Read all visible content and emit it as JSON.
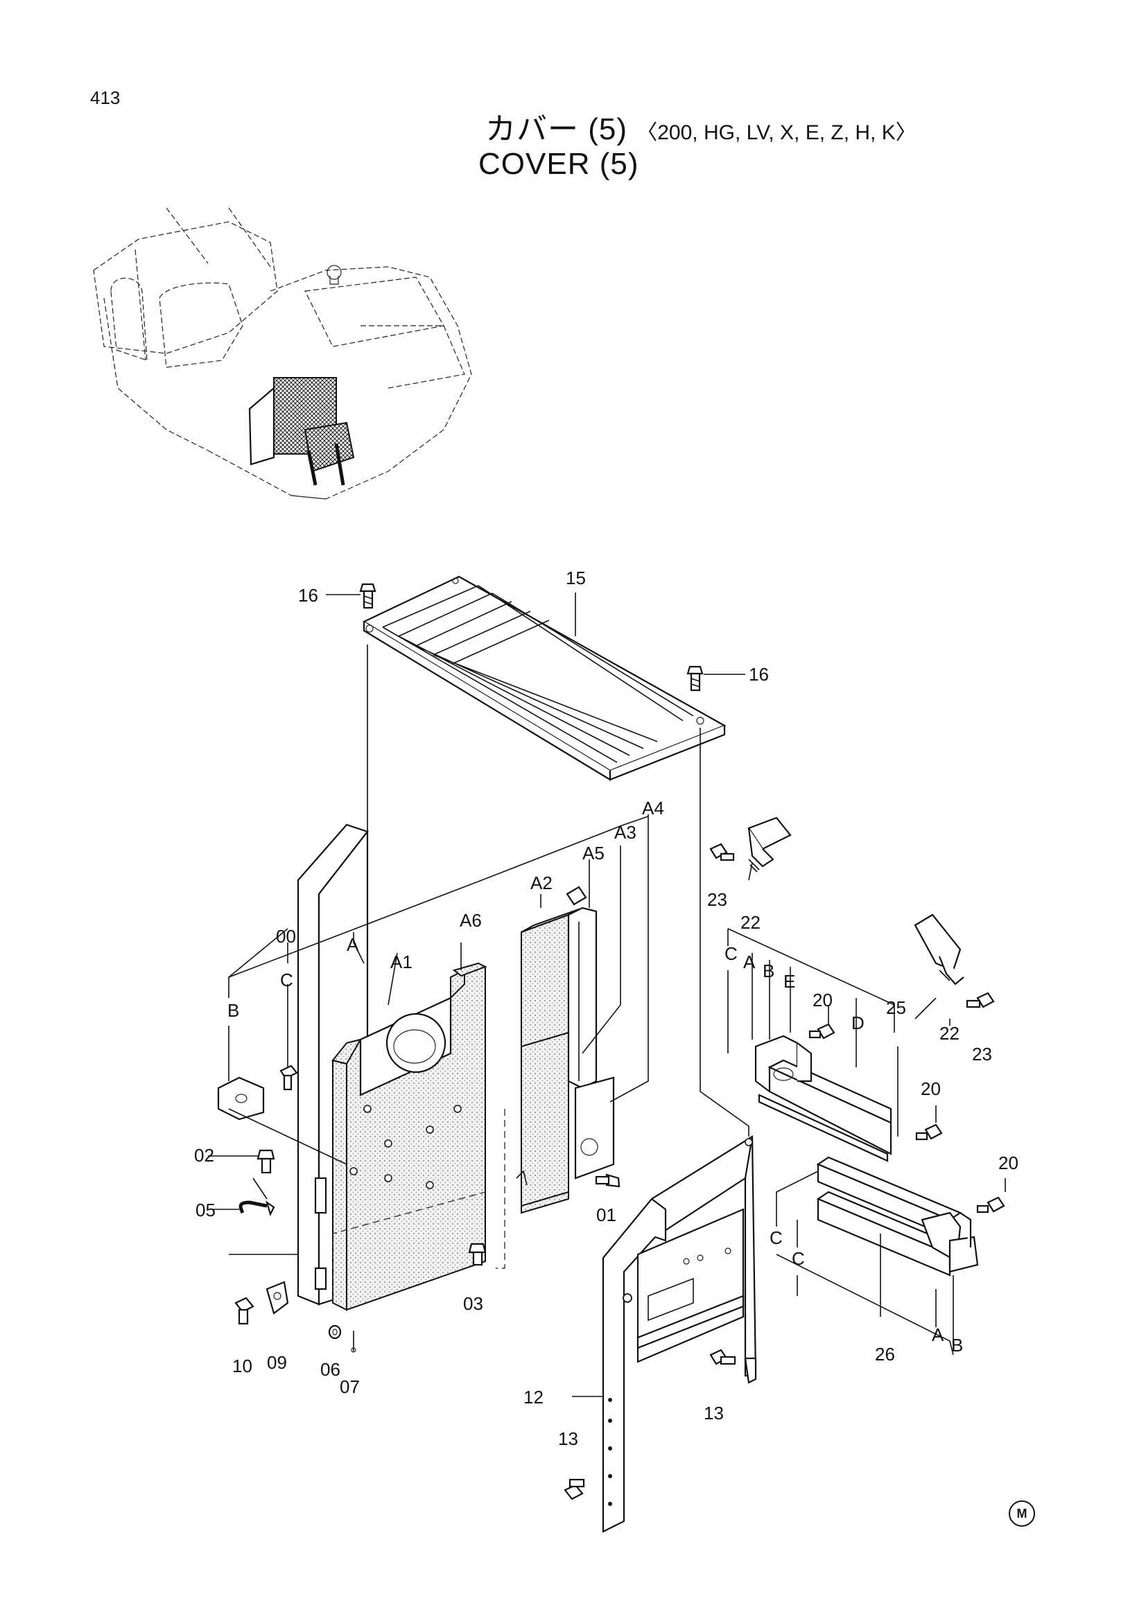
{
  "page": {
    "number": "413"
  },
  "title": {
    "japanese": "カバー (5)",
    "variants": "〈200, HG, LV, X, E, Z, H, K〉",
    "english": "COVER (5)"
  },
  "corner_marker": "M",
  "callouts": {
    "p00": "00",
    "p01": "01",
    "p02": "02",
    "p03": "03",
    "p05": "05",
    "p06": "06",
    "p07": "07",
    "p09": "09",
    "p10": "10",
    "p12": "12",
    "p13a": "13",
    "p13b": "13",
    "p15": "15",
    "p16a": "16",
    "p16b": "16",
    "p20a": "20",
    "p20b": "20",
    "p20c": "20",
    "p22a": "22",
    "p22b": "22",
    "p23a": "23",
    "p23b": "23",
    "p25": "25",
    "p26": "26"
  },
  "subassembly_labels": {
    "A1": "A1",
    "A2": "A2",
    "A3": "A3",
    "A4": "A4",
    "A5": "A5",
    "A6": "A6",
    "A_left": "A",
    "B_left": "B",
    "C_left": "C",
    "C_r1": "C",
    "A_r1": "A",
    "B_r1": "B",
    "E_r1": "E",
    "D_r1": "D",
    "C_r2": "C",
    "C_r3": "C",
    "A_r2": "A",
    "B_r2": "B"
  }
}
